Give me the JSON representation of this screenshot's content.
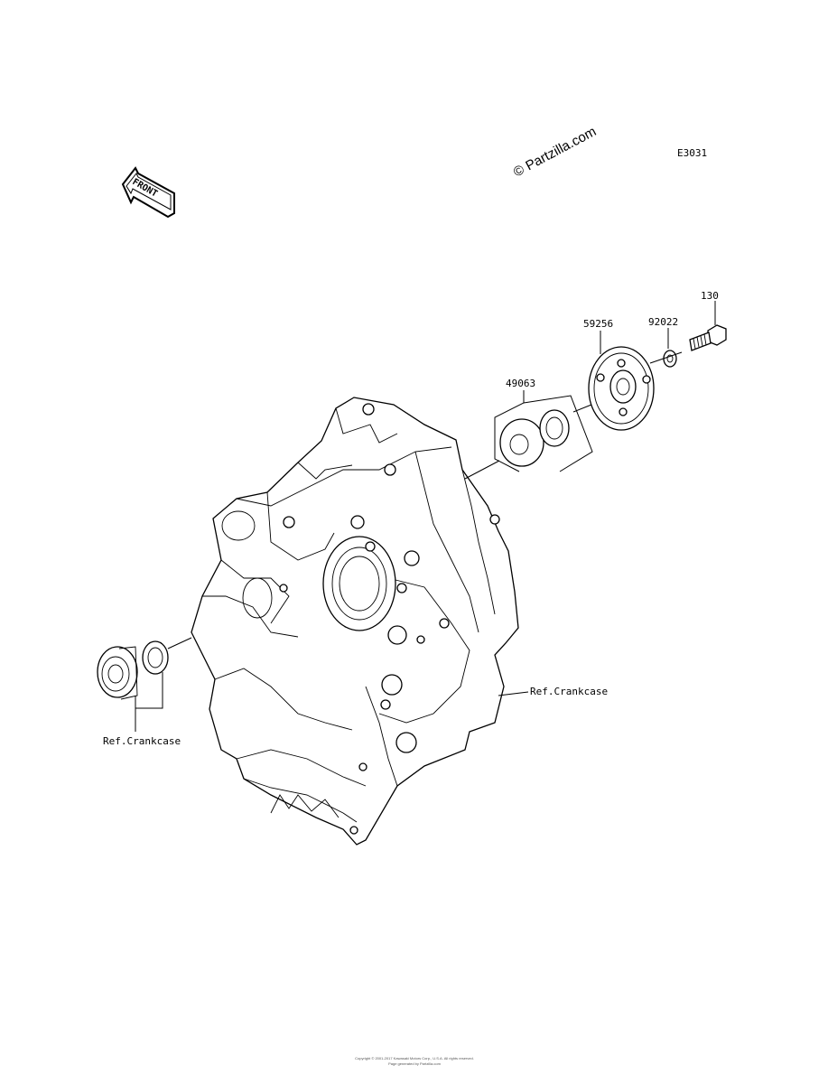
{
  "diagram": {
    "code": "E3031",
    "watermark": "© Partzilla.com",
    "front_label": "FRONT",
    "callouts": {
      "p130": "130",
      "p92022": "92022",
      "p59256": "59256",
      "p49063": "49063",
      "ref_right": "Ref.Crankcase",
      "ref_left": "Ref.Crankcase"
    },
    "copyright_line1": "Copyright © 2001-2017 Kawasaki Motors Corp., U.S.A. All rights reserved.",
    "copyright_line2": "Page generated by Partzilla.com"
  }
}
